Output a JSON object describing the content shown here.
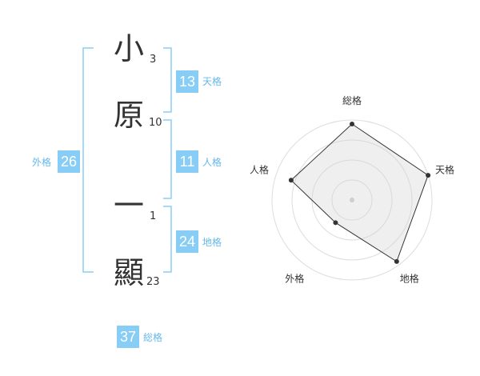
{
  "name": {
    "chars": [
      {
        "char": "小",
        "strokes": "3"
      },
      {
        "char": "原",
        "strokes": "10"
      },
      {
        "char": "一",
        "strokes": "1"
      },
      {
        "char": "顯",
        "strokes": "23"
      }
    ]
  },
  "fortune": {
    "tenkaku": {
      "value": "13",
      "label": "天格"
    },
    "jinkaku": {
      "value": "11",
      "label": "人格"
    },
    "chikaku": {
      "value": "24",
      "label": "地格"
    },
    "gaikaku": {
      "value": "26",
      "label": "外格"
    },
    "soukaku": {
      "value": "37",
      "label": "総格"
    }
  },
  "colors": {
    "bracket": "#88cdf6",
    "badge": "#88cdf6",
    "label": "#66b8e8",
    "text": "#333333"
  },
  "chart_data": {
    "type": "radar",
    "axes": [
      "総格",
      "天格",
      "地格",
      "外格",
      "人格"
    ],
    "values": [
      0.95,
      1.0,
      0.95,
      0.35,
      0.8
    ],
    "rings": 4
  }
}
